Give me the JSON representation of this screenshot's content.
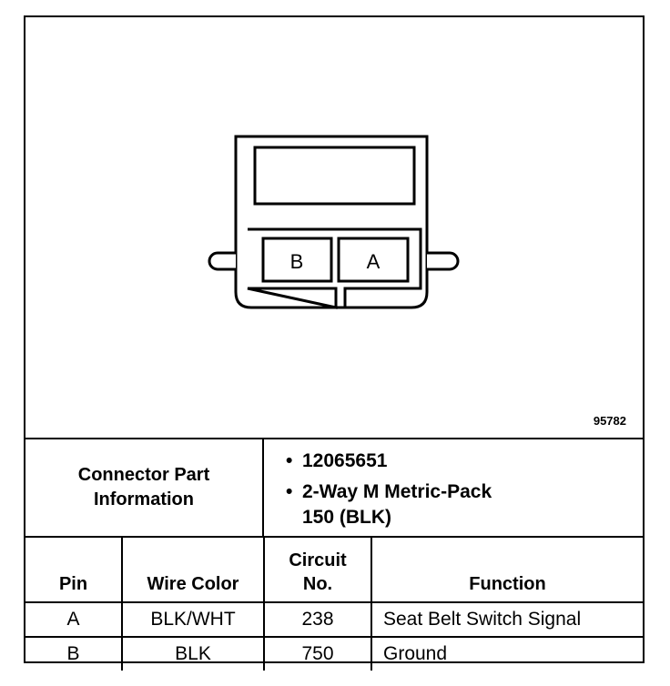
{
  "diagram": {
    "reference_number": "95782",
    "cavities": [
      {
        "label": "B"
      },
      {
        "label": "A"
      }
    ]
  },
  "connector_info": {
    "label_lines": [
      "Connector Part",
      "Information"
    ],
    "values": [
      {
        "bullet": "•",
        "lines": [
          "12065651"
        ]
      },
      {
        "bullet": "•",
        "lines": [
          "2-Way M Metric-Pack",
          "150 (BLK)"
        ]
      }
    ]
  },
  "pin_table": {
    "headers": {
      "pin": "Pin",
      "wire_color": "Wire Color",
      "circuit_line1": "Circuit",
      "circuit_line2": "No.",
      "function": "Function"
    },
    "rows": [
      {
        "pin": "A",
        "wire_color": "BLK/WHT",
        "circuit": "238",
        "function": "Seat Belt Switch Signal"
      },
      {
        "pin": "B",
        "wire_color": "BLK",
        "circuit": "750",
        "function": "Ground"
      }
    ]
  },
  "colors": {
    "line": "#000000",
    "background": "#ffffff"
  }
}
